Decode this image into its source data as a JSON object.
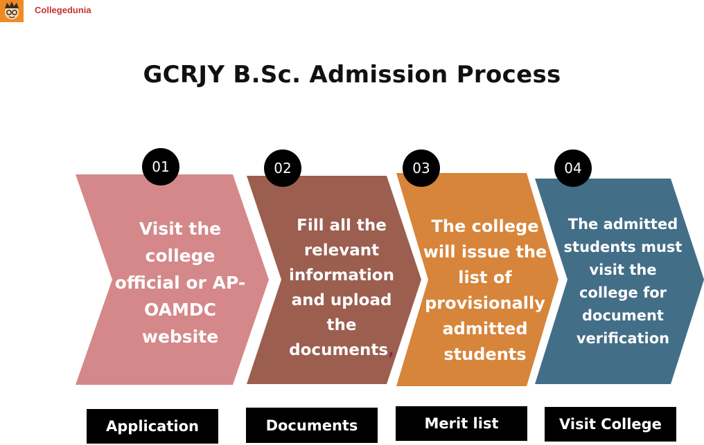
{
  "brand": {
    "name": "Collegedunia"
  },
  "title": "GCRJY B.Sc. Admission Process",
  "colors": {
    "step1": "#d4888a",
    "step2": "#9b5e4f",
    "step3": "#d7853a",
    "step4": "#436e87",
    "logo": "#f08a24"
  },
  "steps": [
    {
      "number": "01",
      "text": "Visit the college official or AP-OAMDC website",
      "label": "Application"
    },
    {
      "number": "02",
      "text": "Fill all the relevant information and upload the documents",
      "comma": ",",
      "label": "Documents"
    },
    {
      "number": "03",
      "text": "The college will issue the list of provisionally admitted students",
      "label": "Merit list"
    },
    {
      "number": "04",
      "text": "The admitted students must visit the college for document verification",
      "label": "Visit College"
    }
  ]
}
